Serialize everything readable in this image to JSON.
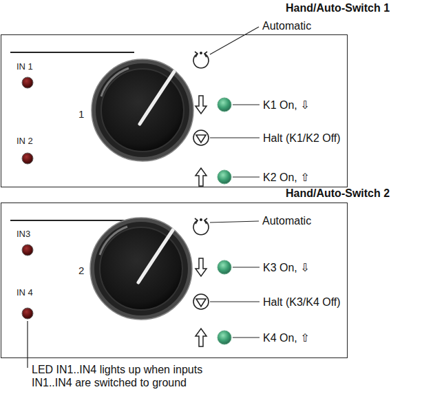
{
  "diagram": {
    "nodes": [
      {
        "text": [
          "IN 1",
          "IN 2",
          "1"
        ]
      },
      {
        "text": [
          "IN3",
          "IN 4",
          "2"
        ]
      }
    ],
    "labels": [
      "Hand/Auto-Switch 1",
      "Automatic",
      "K1 On, ⇩",
      "Halt (K1/K2 Off)",
      "K2 On, ⇧",
      "Hand/Auto-Switch 2",
      "Automatic",
      "K3 On, ⇩",
      "Halt (K3/K4 Off)",
      "K4 On, ⇧",
      "LED IN1..IN4 lights up when inputs IN1..IN4 are switched to ground"
    ]
  }
}
